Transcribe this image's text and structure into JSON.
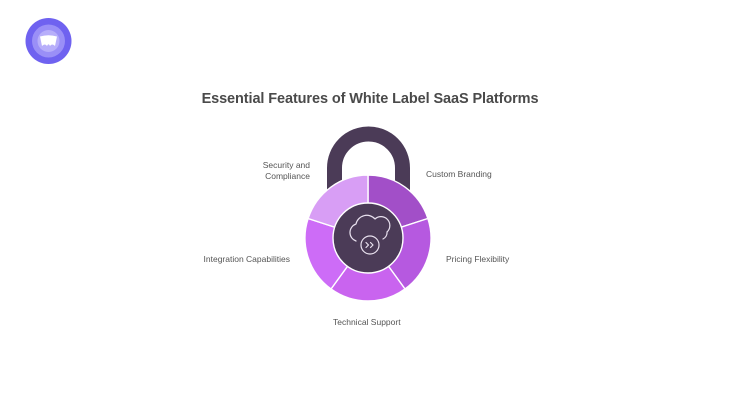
{
  "title": "Essential Features of White Label SaaS Platforms",
  "logo": {
    "icon": "brand-logo-icon",
    "colors": {
      "outer": "#6f62f0",
      "mid": "#9a8ff7",
      "inner": "#c8c2fb"
    }
  },
  "diagram": {
    "type": "padlock-segmented-circle",
    "center_icon": "cloud-forward-icon",
    "colors": {
      "shackle": "#4b3b57",
      "core": "#4b3b57",
      "divider": "#ffffff"
    },
    "segments": [
      {
        "id": "custom-branding",
        "label": "Custom Branding",
        "color": "#a24fc8"
      },
      {
        "id": "pricing-flexibility",
        "label": "Pricing Flexibility",
        "color": "#b659e0"
      },
      {
        "id": "technical-support",
        "label": "Technical Support",
        "color": "#c964ef"
      },
      {
        "id": "integration-capabilities",
        "label": "Integration Capabilities",
        "color": "#cd6cf7"
      },
      {
        "id": "security-compliance",
        "label": "Security and\nCompliance",
        "label_line1": "Security and",
        "label_line2": "Compliance",
        "color": "#d89ef5"
      }
    ]
  }
}
